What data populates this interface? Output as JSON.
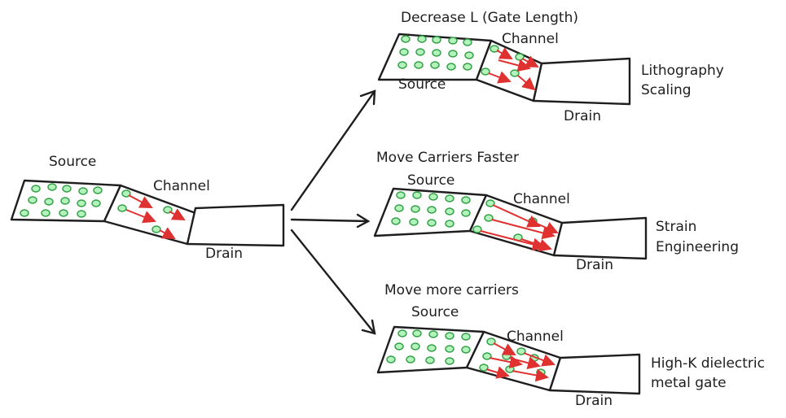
{
  "colors": {
    "ink": "#1e1e1e",
    "carrier_fill": "#b2f2bb",
    "carrier_stroke": "#2f9e44",
    "carrier_arrow": "#e03131"
  },
  "original": {
    "source_label": "Source",
    "channel_label": "Channel",
    "drain_label": "Drain"
  },
  "branches": [
    {
      "heading": "Decrease L (Gate Length)",
      "source_label": "Source",
      "channel_label": "Channel",
      "drain_label": "Drain",
      "technique_lines": [
        "Lithography",
        "Scaling"
      ]
    },
    {
      "heading": "Move Carriers Faster",
      "source_label": "Source",
      "channel_label": "Channel",
      "drain_label": "Drain",
      "technique_lines": [
        "Strain",
        "Engineering"
      ]
    },
    {
      "heading": "Move more carriers",
      "source_label": "Source",
      "channel_label": "Channel",
      "drain_label": "Drain",
      "technique_lines": [
        "High-K dielectric",
        "metal gate"
      ]
    }
  ]
}
